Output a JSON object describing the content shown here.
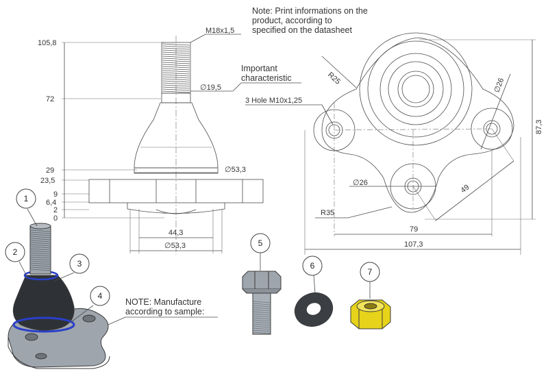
{
  "notes": {
    "print_note": [
      "Note: Print informations on the",
      "product, according to",
      "specified on the datasheet"
    ],
    "important": [
      "Important",
      "characteristic"
    ],
    "manufacture": [
      "NOTE: Manufacture",
      "according to sample:"
    ]
  },
  "side_view": {
    "thread_label": "M18x1,5",
    "shank_dia": "∅19,5",
    "body_dia": "∅53,3",
    "base_inner": "44,3",
    "base_outer": "∅53,3",
    "heights": [
      "105,8",
      "72",
      "29",
      "23,5",
      "9",
      "6,4",
      "2",
      "0"
    ]
  },
  "top_view": {
    "radius_top": "R25",
    "holes": "3 Hole M10x1,25",
    "dia_right": "∅26",
    "dia_bottom": "∅26",
    "radius_bottom": "R35",
    "dist_49": "49",
    "width_79": "79",
    "width_total": "107,3",
    "height_total": "87,3"
  },
  "callouts": [
    "1",
    "2",
    "3",
    "4",
    "5",
    "6",
    "7"
  ],
  "colors": {
    "rubber": "#2e3236",
    "ring": "#2a3fc8",
    "steel": "#9ea5ad",
    "nut": "#e6d31a",
    "washer": "#3b3f44"
  }
}
